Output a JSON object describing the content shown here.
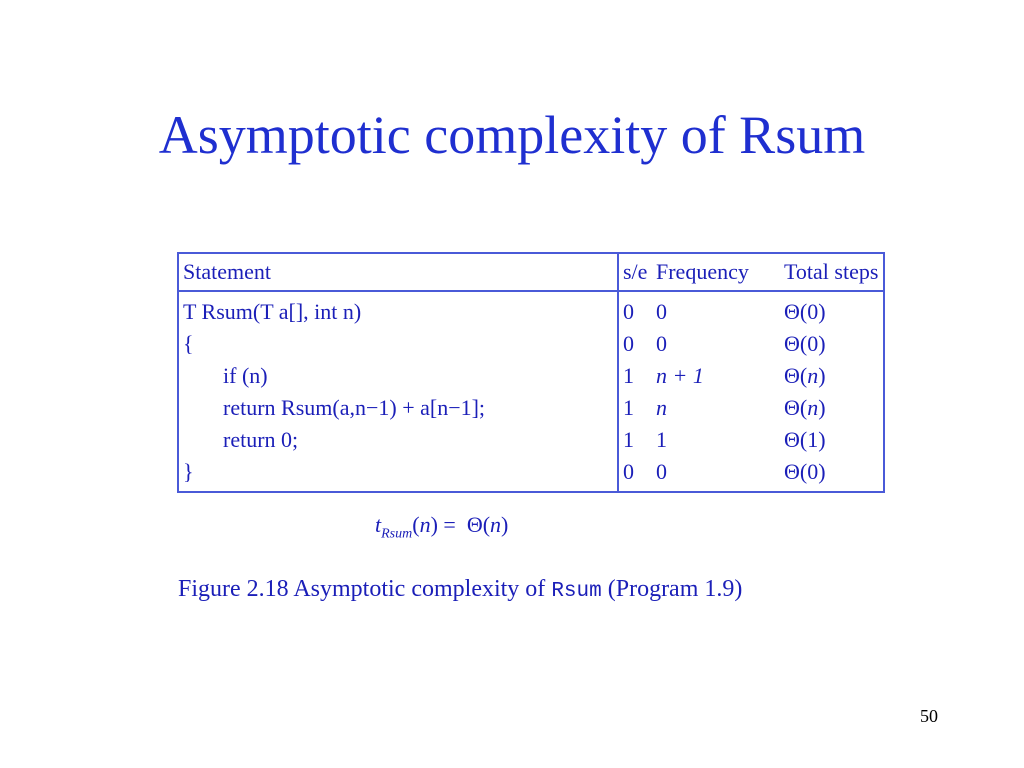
{
  "slide": {
    "title": "Asymptotic complexity of Rsum",
    "page_number": "50"
  },
  "table": {
    "headers": {
      "statement": "Statement",
      "se": "s/e",
      "frequency": "Frequency",
      "total": "Total steps"
    },
    "rows": [
      {
        "statement": "T Rsum(T a[], int n)",
        "se": "0",
        "frequency": "0",
        "total_prefix": "Θ(",
        "total_arg": "0",
        "total_suffix": ")"
      },
      {
        "statement": "{",
        "se": "0",
        "frequency": "0",
        "total_prefix": "Θ(",
        "total_arg": "0",
        "total_suffix": ")"
      },
      {
        "statement": "if (n)",
        "se": "1",
        "frequency": "n + 1",
        "total_prefix": "Θ(",
        "total_arg": "n",
        "total_suffix": ")"
      },
      {
        "statement": "return Rsum(a,n−1) + a[n−1];",
        "se": "1",
        "frequency": "n",
        "total_prefix": "Θ(",
        "total_arg": "n",
        "total_suffix": ")"
      },
      {
        "statement": "return 0;",
        "se": "1",
        "frequency": "1",
        "total_prefix": "Θ(",
        "total_arg": "1",
        "total_suffix": ")"
      },
      {
        "statement": "}",
        "se": "0",
        "frequency": "0",
        "total_prefix": "Θ(",
        "total_arg": "0",
        "total_suffix": ")"
      }
    ]
  },
  "formula": {
    "t": "t",
    "subscript": "Rsum",
    "lhs_open": "(",
    "n1": "n",
    "lhs_close": ") =",
    "theta_open": "Θ(",
    "n2": "n",
    "theta_close": ")"
  },
  "caption": {
    "prefix": "Figure 2.18 Asymptotic complexity of ",
    "code": "Rsum",
    "suffix": " (Program 1.9)"
  }
}
